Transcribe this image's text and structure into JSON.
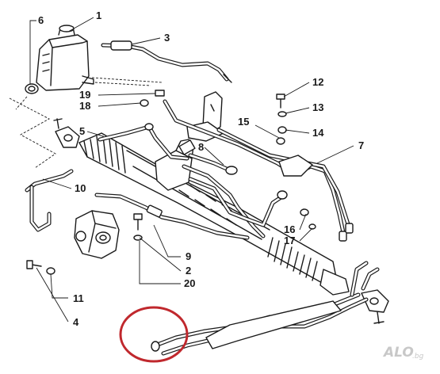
{
  "diagram": {
    "callouts": [
      {
        "id": "c1",
        "label": "1"
      },
      {
        "id": "c2",
        "label": "2"
      },
      {
        "id": "c3",
        "label": "3"
      },
      {
        "id": "c4",
        "label": "4"
      },
      {
        "id": "c5",
        "label": "5"
      },
      {
        "id": "c6",
        "label": "6"
      },
      {
        "id": "c7",
        "label": "7"
      },
      {
        "id": "c8",
        "label": "8"
      },
      {
        "id": "c9",
        "label": "9"
      },
      {
        "id": "c10",
        "label": "10"
      },
      {
        "id": "c11",
        "label": "11"
      },
      {
        "id": "c12",
        "label": "12"
      },
      {
        "id": "c13",
        "label": "13"
      },
      {
        "id": "c14",
        "label": "14"
      },
      {
        "id": "c15",
        "label": "15"
      },
      {
        "id": "c16",
        "label": "16"
      },
      {
        "id": "c17",
        "label": "17"
      },
      {
        "id": "c18",
        "label": "18"
      },
      {
        "id": "c19",
        "label": "19"
      },
      {
        "id": "c20",
        "label": "20"
      }
    ],
    "highlight_color": "#c0282d",
    "watermark": {
      "text": "ALO",
      "suffix": ".bg"
    }
  }
}
